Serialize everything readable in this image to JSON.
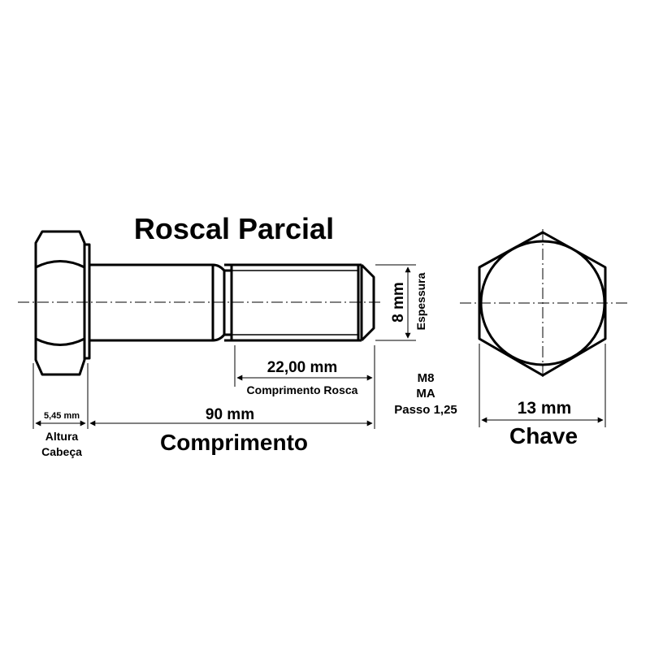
{
  "title": "Roscal Parcial",
  "dimensions": {
    "head_height": {
      "value": "5,45 mm",
      "label_line1": "Altura",
      "label_line2": "Cabeça"
    },
    "length": {
      "value": "90 mm",
      "label": "Comprimento"
    },
    "thread_length": {
      "value": "22,00 mm",
      "label": "Comprimento Rosca"
    },
    "thickness": {
      "value": "8 mm",
      "label": "Espessura"
    },
    "wrench": {
      "value": "13 mm",
      "label": "Chave"
    }
  },
  "spec": {
    "line1": "M8",
    "line2": "MA",
    "line3": "Passo 1,25"
  },
  "colors": {
    "ink": "#000000",
    "background": "#ffffff"
  }
}
